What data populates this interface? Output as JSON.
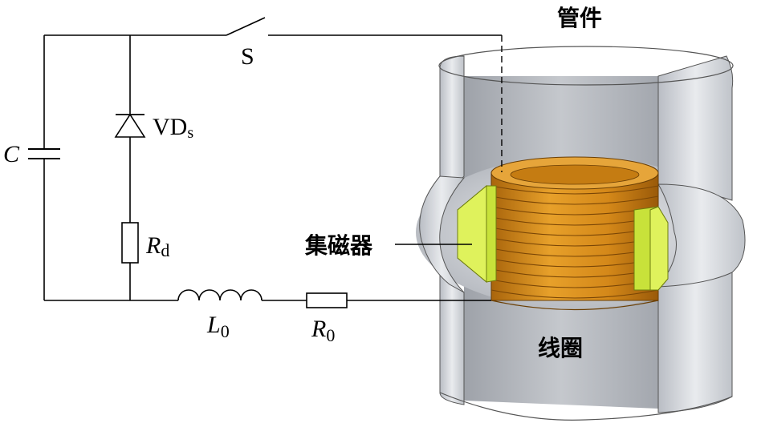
{
  "labels": {
    "switch": "S",
    "diode": "VD",
    "diode_sub": "s",
    "capacitor": "C",
    "resistor_d": "R",
    "resistor_d_sub": "d",
    "inductor": "L",
    "inductor_sub": "0",
    "resistor_0": "R",
    "resistor_0_sub": "0",
    "tube": "管件",
    "coil": "线圈",
    "concentrator": "集磁器"
  },
  "colors": {
    "tube_outer": "#c9ccd2",
    "tube_inner": "#aeb2b9",
    "coil": "#d98f1c",
    "coil_dark": "#9a5e0c",
    "concentrator": "#cfe840"
  }
}
